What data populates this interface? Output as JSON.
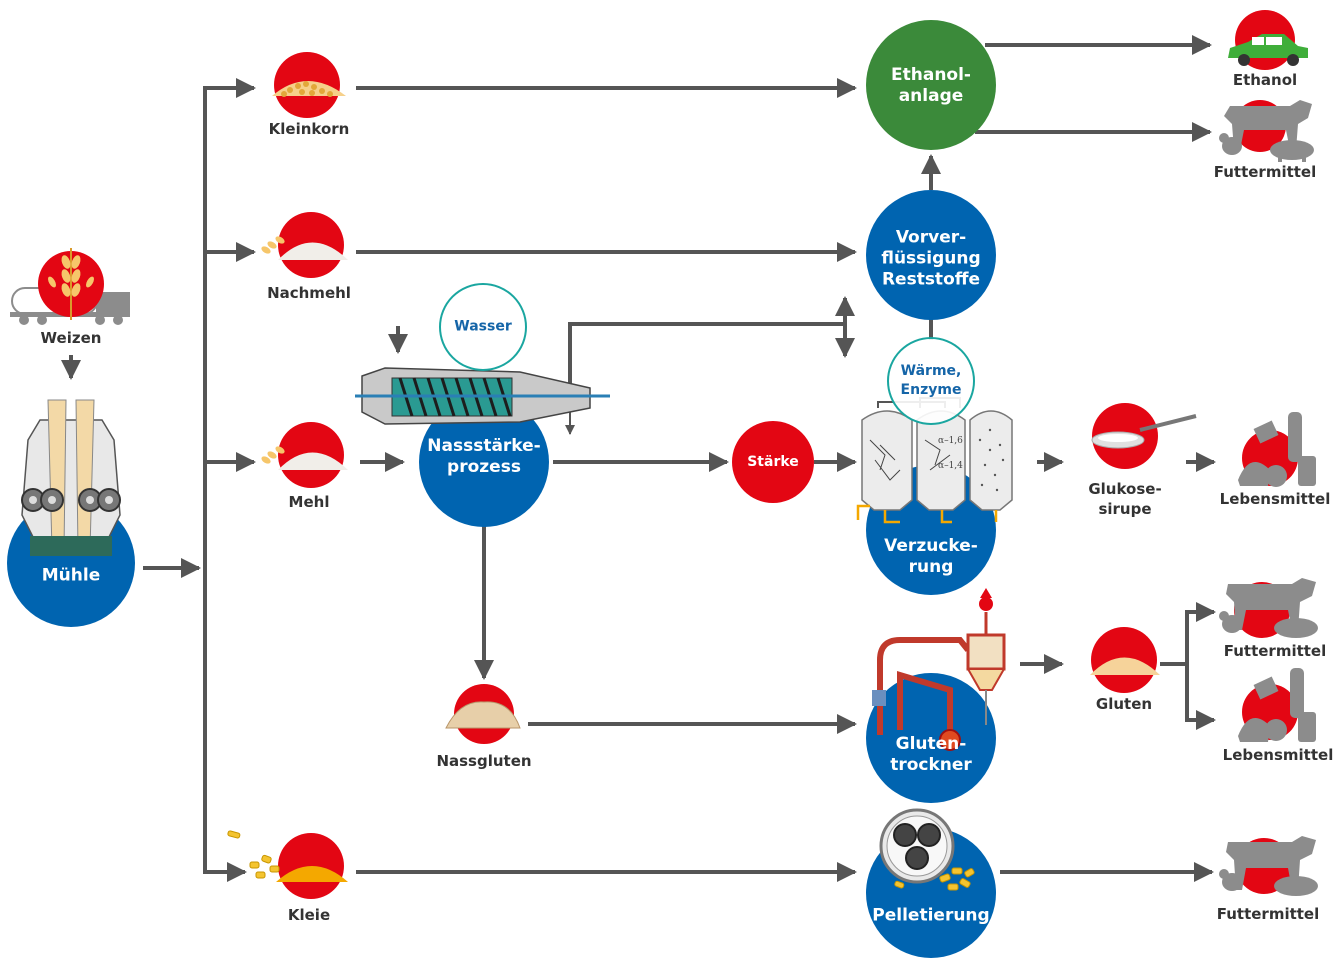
{
  "colors": {
    "red": "#e30613",
    "blue": "#0064b0",
    "green": "#3b8a3a",
    "teal": "#1aa6a0",
    "arrow": "#555555",
    "icon_gray": "#8c8c8c",
    "flour": "#f1eee9",
    "bran": "#f4a800"
  },
  "sources": {
    "weizen": "Weizen"
  },
  "processes": {
    "muehle": "Mühle",
    "nassstaerke": [
      "Nassstärke-",
      "prozess"
    ],
    "ethanol_anlage": [
      "Ethanol-",
      "anlage"
    ],
    "vorverfluessigung": [
      "Vorver-",
      "flüssigung",
      "Reststoffe"
    ],
    "verzuckerung": [
      "Verzucke-",
      "rung"
    ],
    "glutentrockner": [
      "Gluten-",
      "trockner"
    ],
    "pelletierung": "Pelletierung"
  },
  "inputs": {
    "wasser": "Wasser",
    "waerme_enzyme": [
      "Wärme,",
      "Enzyme"
    ]
  },
  "intermediates": {
    "kleinkorn": "Kleinkorn",
    "nachmehl": "Nachmehl",
    "mehl": "Mehl",
    "staerke": "Stärke",
    "nassgluten": "Nassgluten",
    "kleie": "Kleie",
    "glukosesirupe": [
      "Glukose-",
      "sirupe"
    ],
    "gluten": "Gluten"
  },
  "products": {
    "ethanol": "Ethanol",
    "futtermittel_1": "Futtermittel",
    "lebensmittel_1": "Lebensmittel",
    "futtermittel_2": "Futtermittel",
    "lebensmittel_2": "Lebensmittel",
    "futtermittel_3": "Futtermittel"
  },
  "tank_labels": {
    "alpha_16": "α–1,6",
    "alpha_14": "α–1,4"
  },
  "icons": [
    "wheat-icon",
    "truck-icon",
    "mill-icon",
    "decanter-icon",
    "tanks-icon",
    "dryer-icon",
    "pellet-die-icon",
    "car-icon",
    "cow-icon",
    "pig-icon",
    "chicken-icon",
    "spoon-icon",
    "food-icon",
    "flour-pile-icon",
    "bran-icon",
    "gluten-icon"
  ]
}
